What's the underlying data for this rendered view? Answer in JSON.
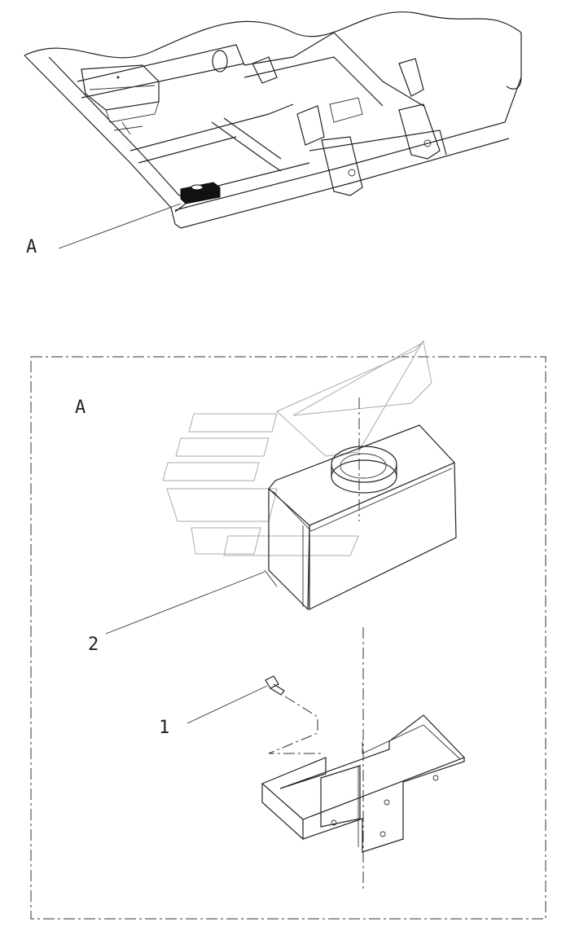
{
  "view_top": {
    "callout": "A"
  },
  "detail": {
    "title": "A",
    "parts": [
      {
        "label": "1",
        "component": "bolt"
      },
      {
        "label": "2",
        "component": "tank"
      }
    ]
  },
  "icons": [
    "chassis-frame-drawing",
    "tank-drawing",
    "bracket-drawing",
    "bolt-drawing",
    "brand-watermark"
  ]
}
